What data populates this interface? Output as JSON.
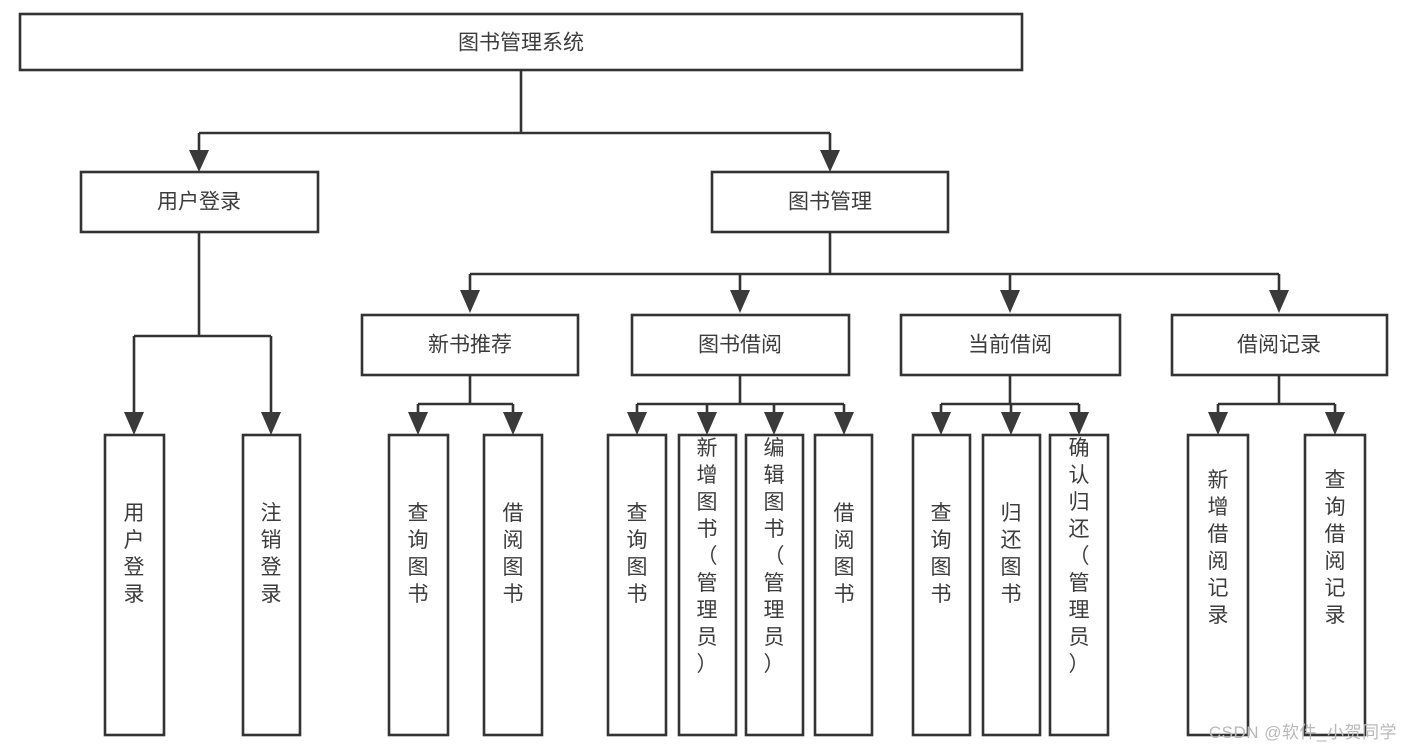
{
  "diagram": {
    "type": "tree-hierarchy-flowchart",
    "root": {
      "id": "root",
      "label": "图书管理系统"
    },
    "level2": [
      {
        "id": "user-login",
        "label": "用户登录"
      },
      {
        "id": "book-management",
        "label": "图书管理"
      }
    ],
    "level3": [
      {
        "id": "new-book-recommend",
        "label": "新书推荐",
        "parent": "book-management"
      },
      {
        "id": "book-borrow",
        "label": "图书借阅",
        "parent": "book-management"
      },
      {
        "id": "current-borrow",
        "label": "当前借阅",
        "parent": "book-management"
      },
      {
        "id": "borrow-record",
        "label": "借阅记录",
        "parent": "book-management"
      }
    ],
    "leaves": [
      {
        "id": "leaf-user-login",
        "label": "用户登录",
        "parent": "user-login"
      },
      {
        "id": "leaf-logout-login",
        "label": "注销登录",
        "parent": "user-login"
      },
      {
        "id": "leaf-query-book-1",
        "label": "查询图书",
        "parent": "new-book-recommend"
      },
      {
        "id": "leaf-borrow-book-1",
        "label": "借阅图书",
        "parent": "new-book-recommend"
      },
      {
        "id": "leaf-query-book-2",
        "label": "查询图书",
        "parent": "book-borrow"
      },
      {
        "id": "leaf-add-book",
        "label": "新增图书（管理员）",
        "parent": "book-borrow"
      },
      {
        "id": "leaf-edit-book",
        "label": "编辑图书（管理员）",
        "parent": "book-borrow"
      },
      {
        "id": "leaf-borrow-book-2",
        "label": "借阅图书",
        "parent": "book-borrow"
      },
      {
        "id": "leaf-query-book-3",
        "label": "查询图书",
        "parent": "current-borrow"
      },
      {
        "id": "leaf-return-book",
        "label": "归还图书",
        "parent": "current-borrow"
      },
      {
        "id": "leaf-confirm-return",
        "label": "确认归还（管理员）",
        "parent": "current-borrow"
      },
      {
        "id": "leaf-add-record",
        "label": "新增借阅记录",
        "parent": "borrow-record"
      },
      {
        "id": "leaf-query-record",
        "label": "查询借阅记录",
        "parent": "borrow-record"
      }
    ],
    "colors": {
      "box_fill": "#ffffff",
      "box_stroke": "#333333",
      "text": "#3c3c3c",
      "background": "#ffffff",
      "watermark": "#b9b9b9"
    }
  },
  "watermark": {
    "text": "CSDN @软件_小贺同学"
  }
}
